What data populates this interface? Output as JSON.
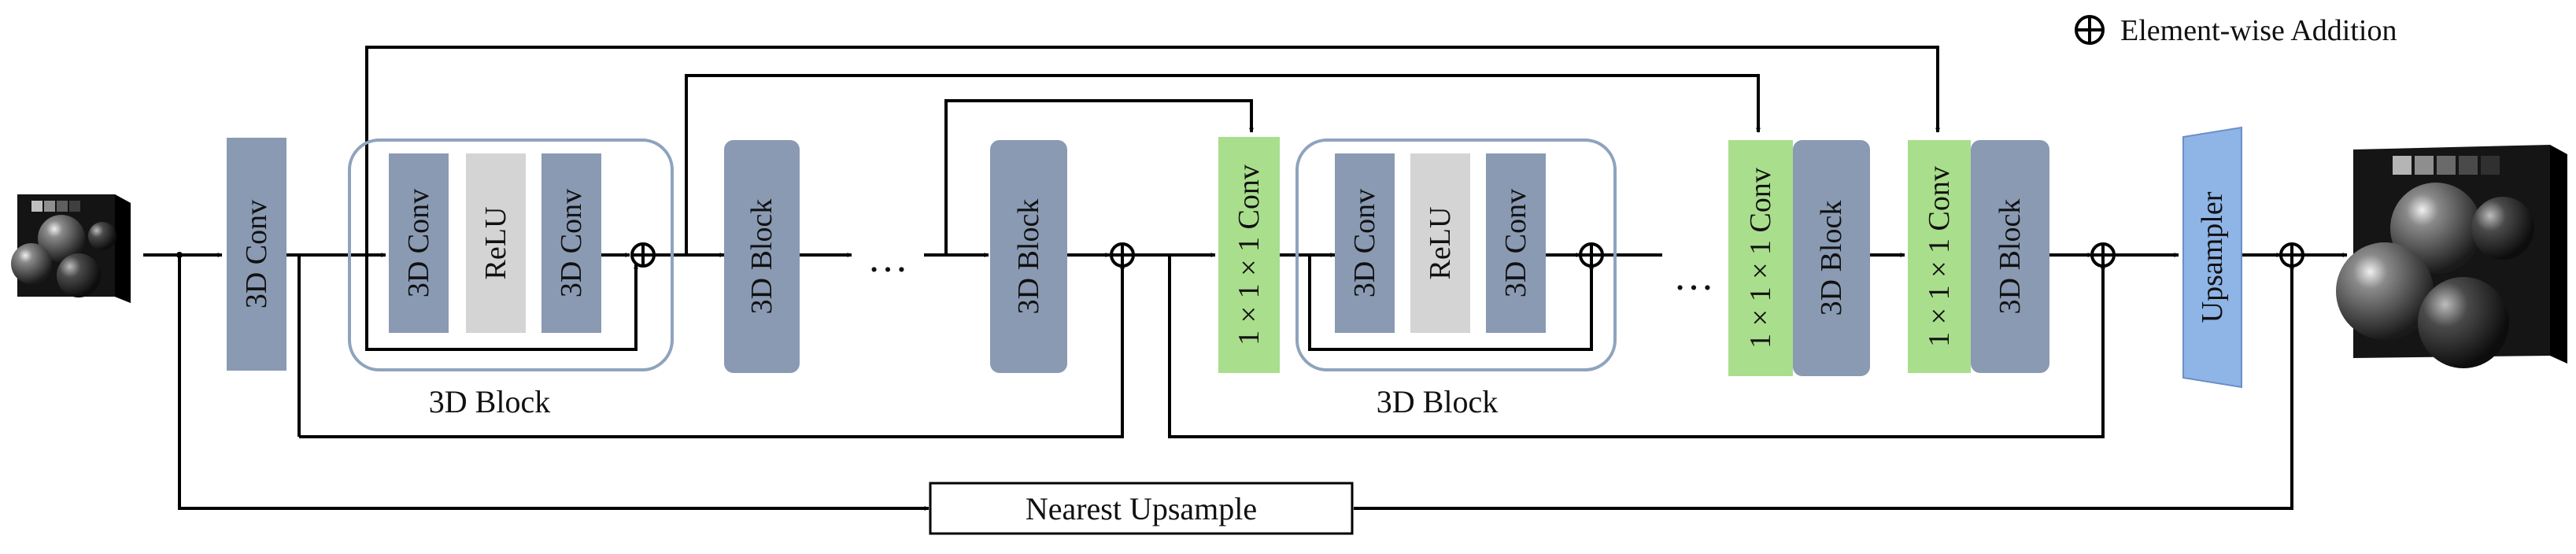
{
  "legend": {
    "label": "Element-wise Addition"
  },
  "blocks": {
    "conv3d_first": "3D Conv",
    "inner_conv_a": "3D Conv",
    "inner_relu": "ReLU",
    "inner_conv_b": "3D Conv",
    "block_3d": "3D Block",
    "conv_1x1x1": "1 × 1 × 1 Conv",
    "upsampler": "Upsampler",
    "nearest_upsample": "Nearest Upsample"
  },
  "captions": {
    "group_label": "3D Block"
  },
  "ellipsis": "…",
  "colors": {
    "conv_block": "#8a9ab3",
    "relu_block": "#d4d4d4",
    "conv1x1": "#a9de8c",
    "upsampler": "#8fb4e6",
    "group_border": "#8fa3bd",
    "wire": "#000000"
  }
}
